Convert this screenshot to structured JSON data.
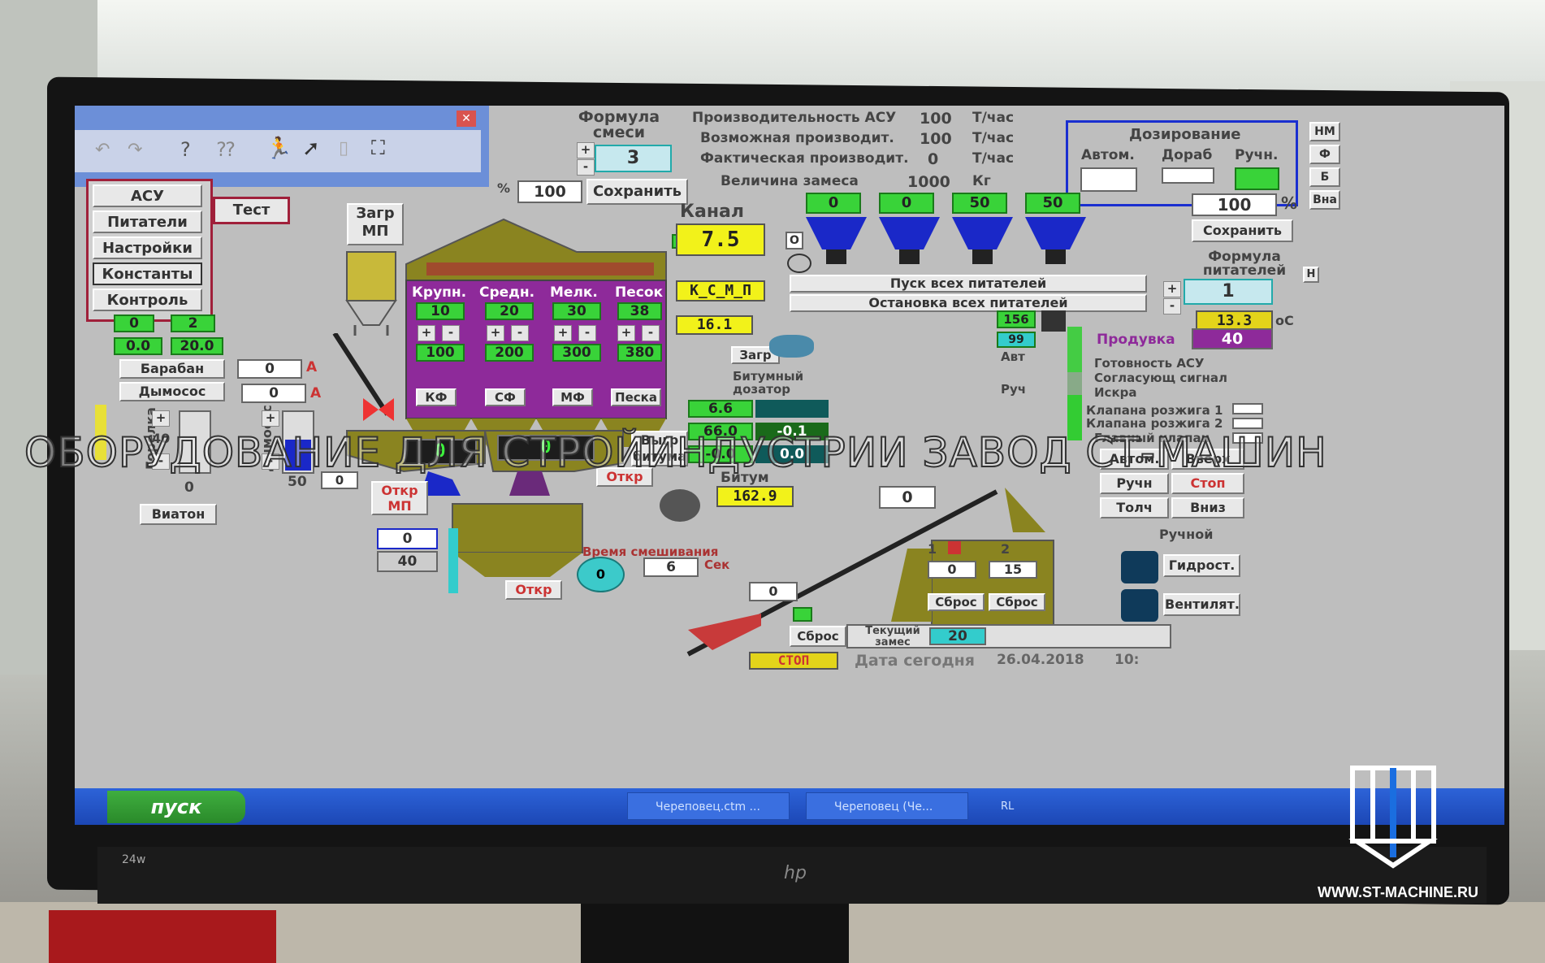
{
  "toolbar": {
    "icons": [
      "undo-icon",
      "redo-icon",
      "help-icon",
      "context-help-icon",
      "run-icon",
      "pointer-icon",
      "page-icon",
      "fullscreen-icon"
    ]
  },
  "nav": {
    "asu": "АСУ",
    "feeders": "Питатели",
    "settings": "Настройки",
    "constants": "Константы",
    "control": "Контроль",
    "test": "Тест"
  },
  "formula": {
    "title": "Формула смеси",
    "value": "3",
    "pct_label": "%",
    "pct_value": "100",
    "save": "Сохранить"
  },
  "productivity": {
    "rows": [
      {
        "label": "Производительность АСУ",
        "value": "100",
        "unit": "Т/час"
      },
      {
        "label": "Возможная производит.",
        "value": "100",
        "unit": "Т/час"
      },
      {
        "label": "Фактическая производит.",
        "value": "0",
        "unit": "Т/час"
      },
      {
        "label": "Величина замеса",
        "value": "1000",
        "unit": "Кг"
      }
    ]
  },
  "dosing": {
    "title": "Дозирование",
    "auto": "Автом.",
    "refine": "Дораб",
    "manual": "Ручн.",
    "side": [
      "НМ",
      "Ф",
      "Б",
      "Вна"
    ]
  },
  "load_mp": "Загр МП",
  "channel": {
    "title": "Канал",
    "value": "7.5",
    "mix": "К_С_М_П",
    "mix_value": "16.1"
  },
  "bins": [
    {
      "name": "Крупн.",
      "green": "10",
      "value": "100",
      "out": "КФ"
    },
    {
      "name": "Средн.",
      "green": "20",
      "value": "200",
      "out": "СФ"
    },
    {
      "name": "Мелк.",
      "green": "30",
      "value": "300",
      "out": "МФ"
    },
    {
      "name": "Песок",
      "green": "38",
      "value": "380",
      "out": "Песка"
    }
  ],
  "feeders": {
    "values": [
      "0",
      "0",
      "50",
      "50"
    ],
    "o_label": "О",
    "start_all": "Пуск всех питателей",
    "stop_all": "Остановка всех питателей",
    "pct_value": "100",
    "pct": "%",
    "save": "Сохранить",
    "formula_title": "Формула питателей",
    "formula_value": "1",
    "h": "Н",
    "temp": "13.3",
    "temp_unit": "оС"
  },
  "left": {
    "g1": "0",
    "g2": "2",
    "g3": "0.0",
    "g4": "20.0",
    "drum": "Барабан",
    "smoke": "Дымосос",
    "drum_val": "0",
    "smoke_val": "0",
    "amp": "А",
    "burner": "Горелка",
    "burner_val": "40",
    "smoke_label": "Дымосос",
    "smoke_level": "50",
    "b0": "0",
    "b1": "0",
    "viaton": "Виатон"
  },
  "bitumen": {
    "load": "Загр",
    "doser": "Битумный дозатор",
    "v1": "6.6",
    "v2": "66.0",
    "v3": "-0.1",
    "v4": "-0.0",
    "v5": "0.0",
    "unload": "Выгр битума",
    "open": "Откр",
    "label": "Битум",
    "value": "162.9"
  },
  "mixer": {
    "d1": "0",
    "d2": "0",
    "open_mp": "Откр МП",
    "m0": "0",
    "m40": "40",
    "open": "Откр",
    "time_label": "Время смешивания",
    "time_value": "6",
    "sec": "Сек",
    "circle": "0"
  },
  "status": {
    "n156": "156",
    "n99": "99",
    "avt": "Авт",
    "ruch": "Руч",
    "blow": "Продувка",
    "blow_val": "40",
    "ready": "Готовность АСУ",
    "signal": "Согласующ сигнал",
    "spark": "Искра",
    "valve1": "Клапана розжига 1",
    "valve2": "Клапана розжига 2",
    "main_valve": "Главный клапан"
  },
  "controls": {
    "auto": "Автом.",
    "up": "Вверх",
    "manual": "Ручн",
    "stop": "Стоп",
    "jog": "Толч",
    "down": "Вниз",
    "manual_mode": "Ручной",
    "hydro": "Гидрост.",
    "fan": "Вентилят."
  },
  "skip": {
    "top": "0",
    "mid": "0",
    "s1": "1",
    "s2": "2",
    "v1": "0",
    "v2": "15",
    "reset": "Сброс",
    "reset2": "Сброс",
    "reset3": "Сброс",
    "cur_label": "Текущий замес",
    "cur_value": "20",
    "stop": "СТОП",
    "date_label": "Дата сегодня",
    "date": "26.04.2018",
    "time": "10:"
  },
  "taskbar": {
    "start": "пуск",
    "item1": "Череповец.ctm ...",
    "item2": "Череповец (Че...",
    "lang": "RL"
  },
  "watermark": "ОБОРУДОВАНИЕ ДЛЯ СТРОЙИНДУСТРИИ     ЗАВОД СТ-МАШИН",
  "logo_url": "WWW.ST-MACHINE.RU",
  "monitor": {
    "size": "24w",
    "brand": "hp"
  }
}
